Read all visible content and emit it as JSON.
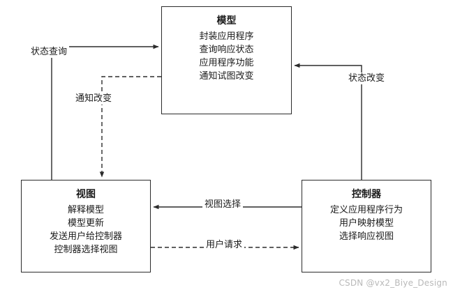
{
  "diagram": {
    "title_watermark": "CSDN @vx2_Biye_Design",
    "boxes": [
      {
        "id": "model",
        "title": "模型",
        "lines": [
          "封装应用程序",
          "查询响应状态",
          "应用程序功能",
          "通知试图改变"
        ]
      },
      {
        "id": "view",
        "title": "视图",
        "lines": [
          "解释模型",
          "模型更新",
          "发送用户给控制器",
          "控制器选择视图"
        ]
      },
      {
        "id": "controller",
        "title": "控制器",
        "lines": [
          "定义应用程序行为",
          "用户映射模型",
          "选择响应视图"
        ]
      }
    ],
    "edges": [
      {
        "id": "status-query",
        "label": "状态查询"
      },
      {
        "id": "notify-change",
        "label": "通知改变"
      },
      {
        "id": "status-change",
        "label": "状态改变"
      },
      {
        "id": "view-select",
        "label": "视图选择"
      },
      {
        "id": "user-request",
        "label": "用户请求"
      }
    ],
    "colors": {
      "stroke": "#2b2b2b",
      "background": "#ffffff",
      "text": "#1a1a1a",
      "watermark": "#b9b9b9"
    }
  }
}
